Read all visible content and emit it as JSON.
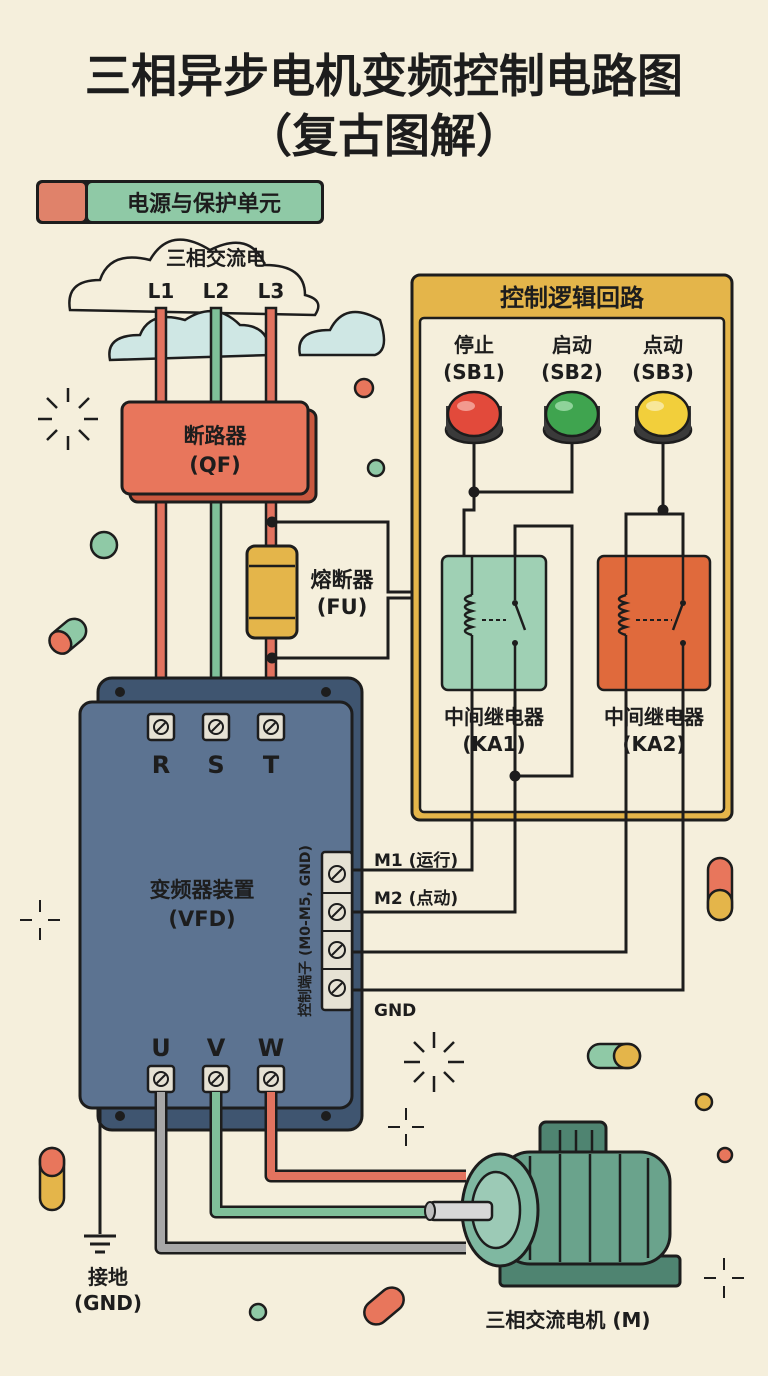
{
  "title": {
    "line1": "三相异步电机变频控制电路图",
    "line2": "（复古图解）"
  },
  "legend": {
    "label": "电源与保护单元",
    "swatch_color": "#e0826a",
    "bg_color": "#8fc9a6"
  },
  "power_source": {
    "label": "三相交流电",
    "phases": [
      "L1",
      "L2",
      "L3"
    ]
  },
  "breaker": {
    "name": "断路器",
    "code": "(QF)"
  },
  "fuse": {
    "name": "熔断器",
    "code": "(FU)"
  },
  "control_logic": {
    "title": "控制逻辑回路",
    "buttons": [
      {
        "name": "停止",
        "code": "(SB1)",
        "color": "#e24a3b"
      },
      {
        "name": "启动",
        "code": "(SB2)",
        "color": "#3fa44f"
      },
      {
        "name": "点动",
        "code": "(SB3)",
        "color": "#f2cf3b"
      }
    ],
    "relays": [
      {
        "name": "中间继电器",
        "code": "(KA1)",
        "color": "#9fd0b4"
      },
      {
        "name": "中间继电器",
        "code": "(KA2)",
        "color": "#e06a3c"
      }
    ]
  },
  "vfd": {
    "name": "变频器装置",
    "code": "(VFD)",
    "input_terminals": [
      "R",
      "S",
      "T"
    ],
    "output_terminals": [
      "U",
      "V",
      "W"
    ],
    "control_terminal_label": "控制端子 (M0-M5, GND)",
    "signals": {
      "m1": "M1 (运行)",
      "m2": "M2 (点动)",
      "gnd": "GND"
    }
  },
  "ground": {
    "name": "接地",
    "code": "(GND)"
  },
  "motor": {
    "label": "三相交流电机 (M)"
  },
  "colors": {
    "background": "#f5efdc",
    "wire_l1": "#e2735f",
    "wire_l2": "#7fbf99",
    "wire_l3": "#e2735f",
    "wire_gray": "#9a9a9a",
    "control_box": "#e4b54a",
    "vfd_body": "#5c7391",
    "breaker": "#e8765c",
    "fuse": "#e4b54a",
    "motor": "#6aa38c"
  }
}
